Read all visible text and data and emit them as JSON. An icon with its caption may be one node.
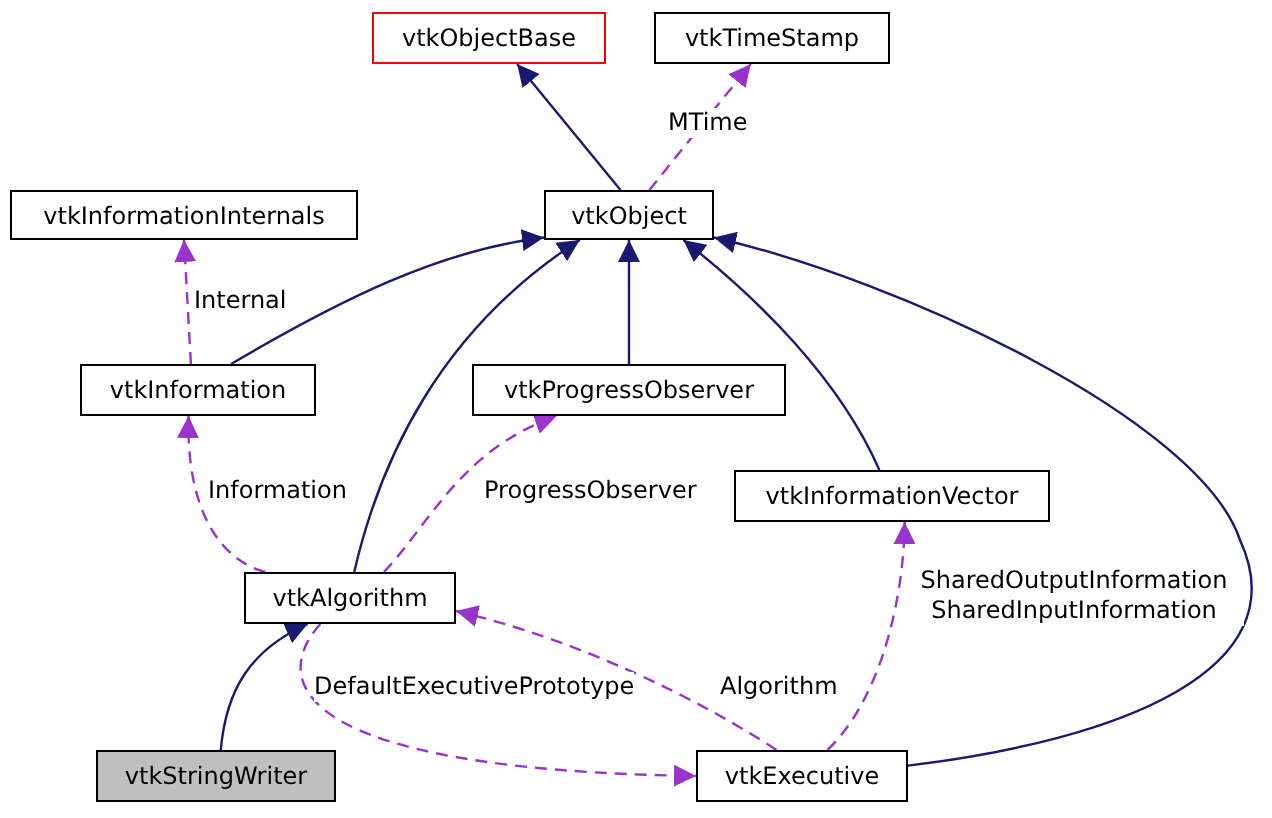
{
  "diagram": {
    "nodes": [
      {
        "text": [
          "vtkObjectBase"
        ]
      },
      {
        "text": [
          "vtkTimeStamp"
        ]
      },
      {
        "text": [
          "vtkInformationInternals"
        ]
      },
      {
        "text": [
          "vtkObject"
        ]
      },
      {
        "text": [
          "vtkInformation"
        ]
      },
      {
        "text": [
          "vtkProgressObserver"
        ]
      },
      {
        "text": [
          "vtkInformationVector"
        ]
      },
      {
        "text": [
          "vtkAlgorithm"
        ]
      },
      {
        "text": [
          "vtkStringWriter"
        ]
      },
      {
        "text": [
          "vtkExecutive"
        ]
      }
    ],
    "edges": [
      {
        "from": 3,
        "to": 0,
        "arrow": "to"
      },
      {
        "from": 3,
        "to": 1,
        "arrow": "to",
        "label": "MTime",
        "style": "dashed",
        "color": "#9a32cd"
      },
      {
        "from": 4,
        "to": 3,
        "arrow": "to"
      },
      {
        "from": 4,
        "to": 2,
        "arrow": "to",
        "label": "Internal",
        "style": "dashed",
        "color": "#9a32cd"
      },
      {
        "from": 7,
        "to": 3,
        "arrow": "to"
      },
      {
        "from": 5,
        "to": 3,
        "arrow": "to"
      },
      {
        "from": 6,
        "to": 3,
        "arrow": "to"
      },
      {
        "from": 9,
        "to": 3,
        "arrow": "to"
      },
      {
        "from": 7,
        "to": 4,
        "arrow": "to",
        "label": "Information",
        "style": "dashed",
        "color": "#9a32cd"
      },
      {
        "from": 7,
        "to": 5,
        "arrow": "to",
        "label": "ProgressObserver",
        "style": "dashed",
        "color": "#9a32cd"
      },
      {
        "from": 8,
        "to": 7,
        "arrow": "to"
      },
      {
        "from": 9,
        "to": 7,
        "arrow": "to",
        "label": "Algorithm",
        "style": "dashed",
        "color": "#9a32cd"
      },
      {
        "from": 7,
        "to": 9,
        "arrow": "to",
        "label": "DefaultExecutivePrototype",
        "style": "dashed",
        "color": "#9a32cd"
      },
      {
        "from": 9,
        "to": 6,
        "arrow": "to",
        "label": "SharedOutputInformation SharedInputInformation",
        "style": "dashed",
        "color": "#9a32cd"
      }
    ]
  }
}
